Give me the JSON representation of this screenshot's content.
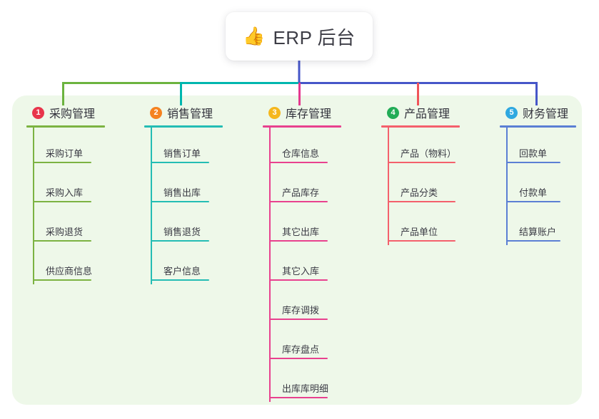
{
  "root": {
    "emoji": "👍",
    "emoji_name": "thumbs-up-icon",
    "title": "ERP 后台"
  },
  "diagram": {
    "type": "mindmap",
    "panel_background": "#eef8e9",
    "connector_colors": [
      "#6cb33f",
      "#00b6ae",
      "#e5388f",
      "#f0545a",
      "#4656c8"
    ]
  },
  "columns": [
    {
      "index": "1",
      "title": "采购管理",
      "badge_color": "#e8354b",
      "line_color": "#7cb342",
      "items": [
        "采购订单",
        "采购入库",
        "采购退货",
        "供应商信息"
      ]
    },
    {
      "index": "2",
      "title": "销售管理",
      "badge_color": "#f5821f",
      "line_color": "#24bdb4",
      "items": [
        "销售订单",
        "销售出库",
        "销售退货",
        "客户信息"
      ]
    },
    {
      "index": "3",
      "title": "库存管理",
      "badge_color": "#f5b71d",
      "line_color": "#e8418e",
      "items": [
        "仓库信息",
        "产品库存",
        "其它出库",
        "其它入库",
        "库存调拨",
        "库存盘点",
        "出库库明细"
      ]
    },
    {
      "index": "4",
      "title": "产品管理",
      "badge_color": "#22ac57",
      "line_color": "#f4606c",
      "items": [
        "产品（物料）",
        "产品分类",
        "产品单位"
      ]
    },
    {
      "index": "5",
      "title": "财务管理",
      "badge_color": "#2fa8e0",
      "line_color": "#5b7fd4",
      "items": [
        "回款单",
        "付款单",
        "结算账户"
      ]
    }
  ]
}
